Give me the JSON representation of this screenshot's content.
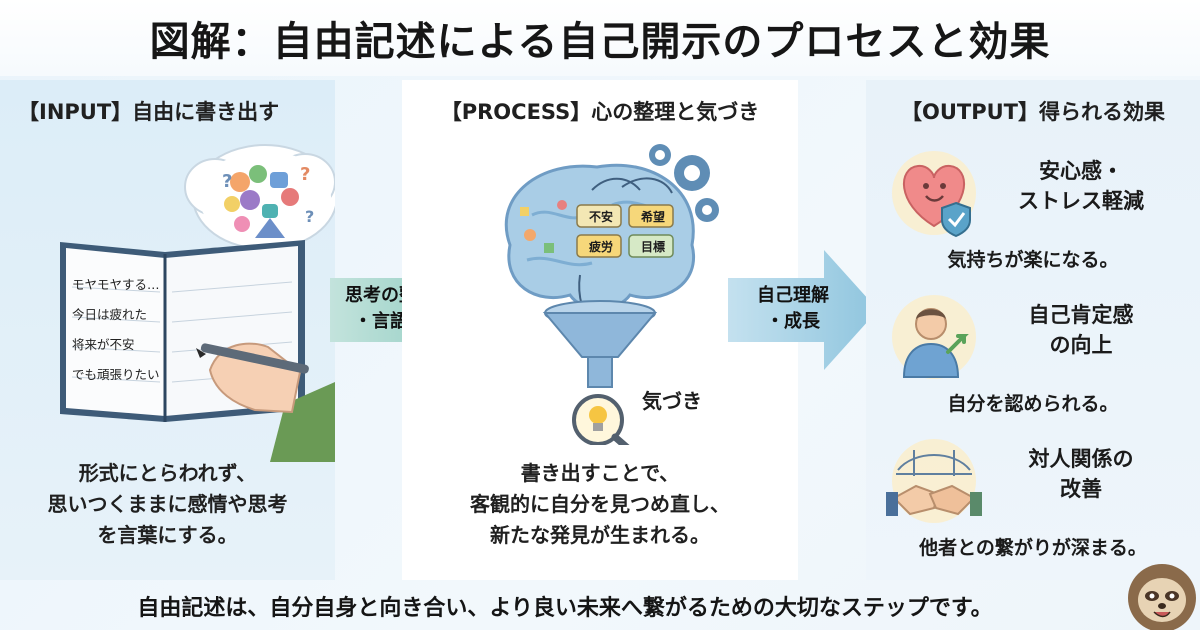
{
  "title": "図解：自由記述による自己開示のプロセスと効果",
  "input": {
    "heading": "【INPUT】自由に書き出す",
    "notebook_lines": [
      "モヤモヤする…",
      "今日は疲れた",
      "将来が不安",
      "でも頑張りたい"
    ],
    "description": [
      "形式にとらわれず、",
      "思いつくままに感情や思考",
      "を言葉にする。"
    ]
  },
  "arrow1": {
    "lines": [
      "思考の整理",
      "・言語化"
    ]
  },
  "process": {
    "heading": "【PROCESS】心の整理と気づき",
    "brain_labels": [
      "不安",
      "希望",
      "疲労",
      "目標"
    ],
    "insight_label": "気づき",
    "description": [
      "書き出すことで、",
      "客観的に自分を見つめ直し、",
      "新たな発見が生まれる。"
    ]
  },
  "arrow2": {
    "lines": [
      "自己理解",
      "・成長"
    ]
  },
  "output": {
    "heading": "【OUTPUT】得られる効果",
    "items": [
      {
        "icon": "heart-shield-icon",
        "title": [
          "安心感・",
          "ストレス軽減"
        ],
        "subtitle": "気持ちが楽になる。"
      },
      {
        "icon": "person-growth-icon",
        "title": [
          "自己肯定感",
          "の向上"
        ],
        "subtitle": "自分を認められる。"
      },
      {
        "icon": "handshake-bridge-icon",
        "title": [
          "対人関係の",
          "改善"
        ],
        "subtitle": "他者との繋がりが深まる。"
      }
    ]
  },
  "footer": "自由記述は、自分自身と向き合い、より良い未来へ繋がるための大切なステップです。",
  "colors": {
    "arrow": "#a7d5dc",
    "arrow_mid": "#8dc7c9",
    "brain": "#a9cde6",
    "accent_yellow": "#f6d77a",
    "heart": "#f08a8a"
  }
}
